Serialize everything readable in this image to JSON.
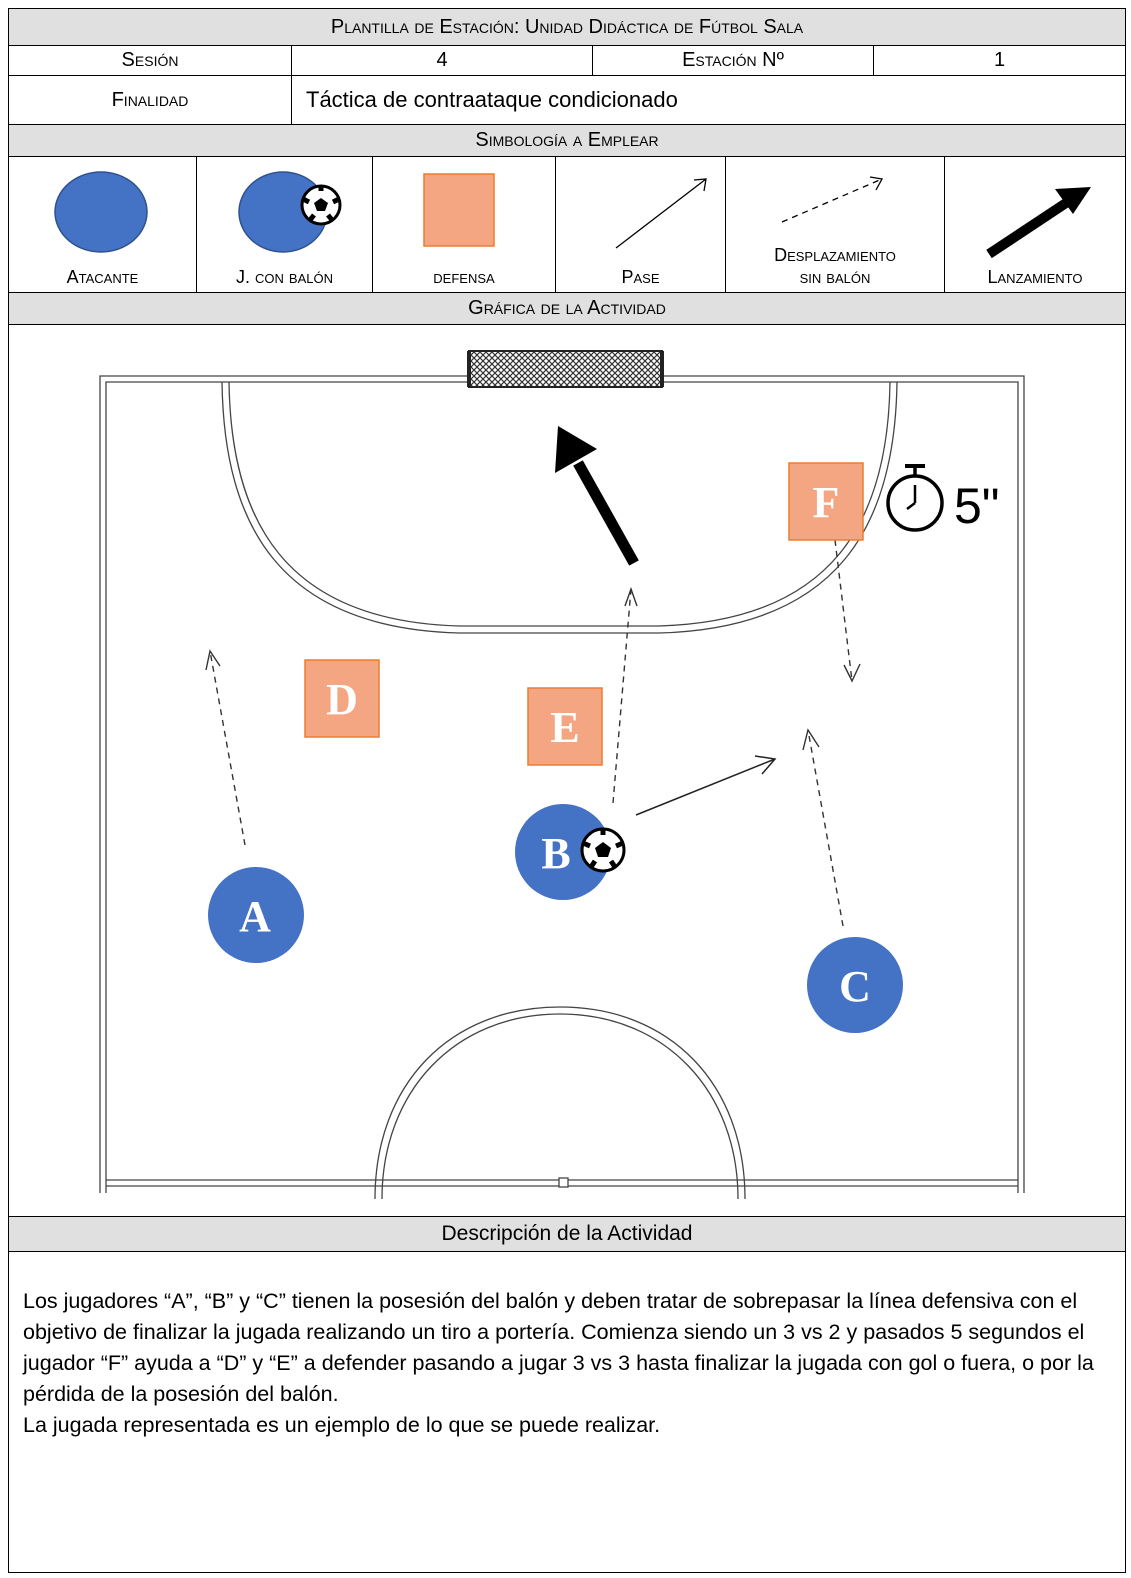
{
  "header": {
    "title": "Plantilla de Estación: Unidad Didáctica de Fútbol Sala",
    "session_label": "Sesión",
    "session_value": "4",
    "station_label": "Estación Nº",
    "station_value": "1",
    "purpose_label": "Finalidad",
    "purpose_value": "Táctica de contraataque condicionado"
  },
  "symbols": {
    "title": "Simbología a Emplear",
    "items": [
      {
        "label": "Atacante",
        "icon": "attacker-circle-icon"
      },
      {
        "label": "J. con balón",
        "icon": "player-with-ball-icon"
      },
      {
        "label": "defensa",
        "icon": "defender-square-icon"
      },
      {
        "label": "Pase",
        "icon": "pass-arrow-icon"
      },
      {
        "label_line1": "Desplazamiento",
        "label_line2": "sin balón",
        "icon": "dashed-arrow-icon"
      },
      {
        "label": "Lanzamiento",
        "icon": "shot-arrow-icon"
      }
    ]
  },
  "graphic": {
    "title": "Gráfica de la Actividad",
    "attackers": [
      "A",
      "B",
      "C"
    ],
    "defenders": [
      "D",
      "E",
      "F"
    ],
    "timer_text": "5\"",
    "colors": {
      "attacker": "#4472c4",
      "defender": "#f4a582",
      "defender_border": "#ed7d31"
    }
  },
  "description": {
    "title": "Descripción de la Actividad",
    "paragraph1": "Los jugadores “A”, “B” y “C” tienen la posesión del balón y deben tratar de sobrepasar la línea defensiva con el objetivo de finalizar la jugada realizando un tiro a portería. Comienza siendo un 3 vs 2 y pasados 5 segundos el jugador “F” ayuda a “D” y “E” a defender pasando a jugar 3 vs 3 hasta finalizar la jugada con gol o fuera, o por la pérdida de la posesión del balón.",
    "paragraph2": "La jugada representada es un ejemplo de lo que se puede realizar."
  }
}
